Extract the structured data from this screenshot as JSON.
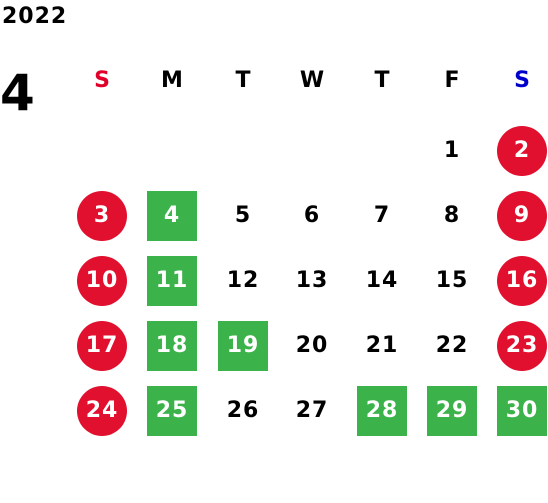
{
  "calendar": {
    "year": "2022",
    "month": "4",
    "weekdays": [
      {
        "label": "S",
        "color": "#e0002a"
      },
      {
        "label": "M",
        "color": "#000000"
      },
      {
        "label": "T",
        "color": "#000000"
      },
      {
        "label": "W",
        "color": "#000000"
      },
      {
        "label": "T",
        "color": "#000000"
      },
      {
        "label": "F",
        "color": "#000000"
      },
      {
        "label": "S",
        "color": "#0000cc"
      }
    ],
    "colors": {
      "weekend_red": "#e0102e",
      "closed_green": "#3bb34a"
    },
    "days": [
      {
        "label": "1",
        "row": 0,
        "col": 5,
        "mark": "none"
      },
      {
        "label": "2",
        "row": 0,
        "col": 6,
        "mark": "red-circle"
      },
      {
        "label": "3",
        "row": 1,
        "col": 0,
        "mark": "red-circle"
      },
      {
        "label": "4",
        "row": 1,
        "col": 1,
        "mark": "green-square"
      },
      {
        "label": "5",
        "row": 1,
        "col": 2,
        "mark": "none"
      },
      {
        "label": "6",
        "row": 1,
        "col": 3,
        "mark": "none"
      },
      {
        "label": "7",
        "row": 1,
        "col": 4,
        "mark": "none"
      },
      {
        "label": "8",
        "row": 1,
        "col": 5,
        "mark": "none"
      },
      {
        "label": "9",
        "row": 1,
        "col": 6,
        "mark": "red-circle"
      },
      {
        "label": "10",
        "row": 2,
        "col": 0,
        "mark": "red-circle"
      },
      {
        "label": "11",
        "row": 2,
        "col": 1,
        "mark": "green-square"
      },
      {
        "label": "12",
        "row": 2,
        "col": 2,
        "mark": "none"
      },
      {
        "label": "13",
        "row": 2,
        "col": 3,
        "mark": "none"
      },
      {
        "label": "14",
        "row": 2,
        "col": 4,
        "mark": "none"
      },
      {
        "label": "15",
        "row": 2,
        "col": 5,
        "mark": "none"
      },
      {
        "label": "16",
        "row": 2,
        "col": 6,
        "mark": "red-circle"
      },
      {
        "label": "17",
        "row": 3,
        "col": 0,
        "mark": "red-circle"
      },
      {
        "label": "18",
        "row": 3,
        "col": 1,
        "mark": "green-square"
      },
      {
        "label": "19",
        "row": 3,
        "col": 2,
        "mark": "green-square"
      },
      {
        "label": "20",
        "row": 3,
        "col": 3,
        "mark": "none"
      },
      {
        "label": "21",
        "row": 3,
        "col": 4,
        "mark": "none"
      },
      {
        "label": "22",
        "row": 3,
        "col": 5,
        "mark": "none"
      },
      {
        "label": "23",
        "row": 3,
        "col": 6,
        "mark": "red-circle"
      },
      {
        "label": "24",
        "row": 4,
        "col": 0,
        "mark": "red-circle"
      },
      {
        "label": "25",
        "row": 4,
        "col": 1,
        "mark": "green-square"
      },
      {
        "label": "26",
        "row": 4,
        "col": 2,
        "mark": "none"
      },
      {
        "label": "27",
        "row": 4,
        "col": 3,
        "mark": "none"
      },
      {
        "label": "28",
        "row": 4,
        "col": 4,
        "mark": "green-square"
      },
      {
        "label": "29",
        "row": 4,
        "col": 5,
        "mark": "green-square"
      },
      {
        "label": "30",
        "row": 4,
        "col": 6,
        "mark": "green-square"
      }
    ]
  }
}
